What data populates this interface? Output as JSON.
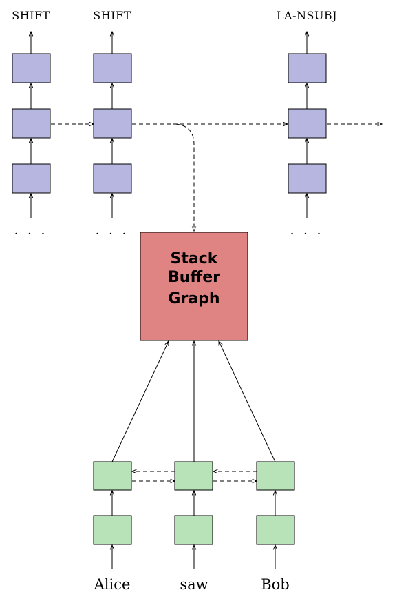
{
  "colors": {
    "controller_cell": "#b6b6e1",
    "encoder_cell": "#b8e2b8",
    "state_box": "#e08383",
    "stroke": "#000000"
  },
  "actions": [
    "SHIFT",
    "SHIFT",
    "LA-NSUBJ"
  ],
  "continuation": "· · ·",
  "state_box": {
    "lines": [
      "Stack",
      "Buffer",
      "Graph"
    ]
  },
  "words": [
    "Alice",
    "saw",
    "Bob"
  ]
}
